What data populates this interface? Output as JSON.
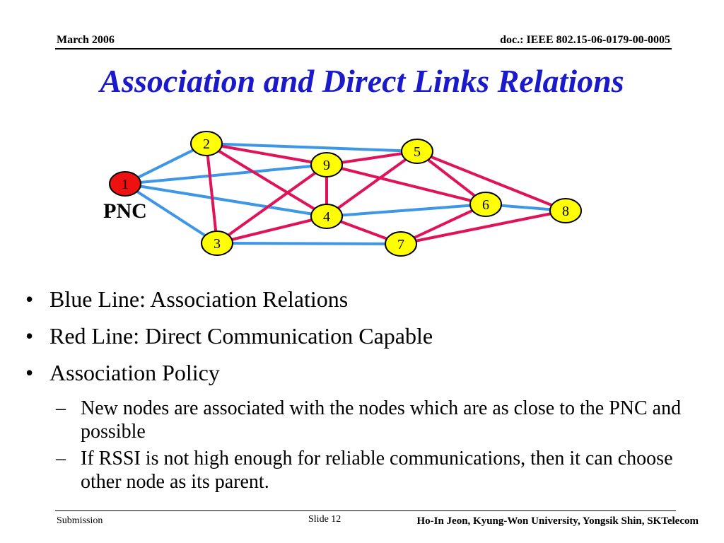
{
  "header": {
    "date": "March 2006",
    "doc_id": "doc.: IEEE 802.15-06-0179-00-0005"
  },
  "title": "Association and Direct Links Relations",
  "diagram": {
    "colors": {
      "association": "#3d96e6",
      "direct": "#e0125a",
      "node_fill": "#ffff00",
      "pnc_fill": "#ee1111"
    },
    "pnc_label": "PNC",
    "nodes": [
      {
        "id": "1",
        "label": "1",
        "pnc": true
      },
      {
        "id": "2",
        "label": "2"
      },
      {
        "id": "3",
        "label": "3"
      },
      {
        "id": "4",
        "label": "4"
      },
      {
        "id": "5",
        "label": "5"
      },
      {
        "id": "6",
        "label": "6"
      },
      {
        "id": "7",
        "label": "7"
      },
      {
        "id": "8",
        "label": "8"
      },
      {
        "id": "9",
        "label": "9"
      }
    ],
    "association_links": [
      [
        "1",
        "2"
      ],
      [
        "1",
        "9"
      ],
      [
        "1",
        "4"
      ],
      [
        "1",
        "3"
      ],
      [
        "2",
        "5"
      ],
      [
        "3",
        "7"
      ],
      [
        "4",
        "6"
      ],
      [
        "6",
        "8"
      ]
    ],
    "direct_links": [
      [
        "2",
        "9"
      ],
      [
        "2",
        "4"
      ],
      [
        "2",
        "3"
      ],
      [
        "9",
        "5"
      ],
      [
        "9",
        "6"
      ],
      [
        "9",
        "3"
      ],
      [
        "9",
        "4"
      ],
      [
        "5",
        "4"
      ],
      [
        "5",
        "6"
      ],
      [
        "5",
        "8"
      ],
      [
        "3",
        "4"
      ],
      [
        "4",
        "7"
      ],
      [
        "7",
        "6"
      ],
      [
        "7",
        "8"
      ]
    ]
  },
  "bullets": [
    {
      "level": 1,
      "marker": "•",
      "text": "Blue Line: Association Relations"
    },
    {
      "level": 1,
      "marker": "•",
      "text": "Red Line: Direct Communication Capable"
    },
    {
      "level": 1,
      "marker": "•",
      "text": "Association Policy"
    },
    {
      "level": 2,
      "marker": "–",
      "text": "New nodes are associated with the nodes which are as close to the PNC and possible"
    },
    {
      "level": 2,
      "marker": "–",
      "text": "If RSSI is not high enough for reliable communications,  then it can choose other node as its parent."
    }
  ],
  "footer": {
    "submission": "Submission",
    "slide": "Slide 12",
    "authors": "Ho-In Jeon, Kyung-Won University, Yongsik Shin, SKTelecom"
  }
}
